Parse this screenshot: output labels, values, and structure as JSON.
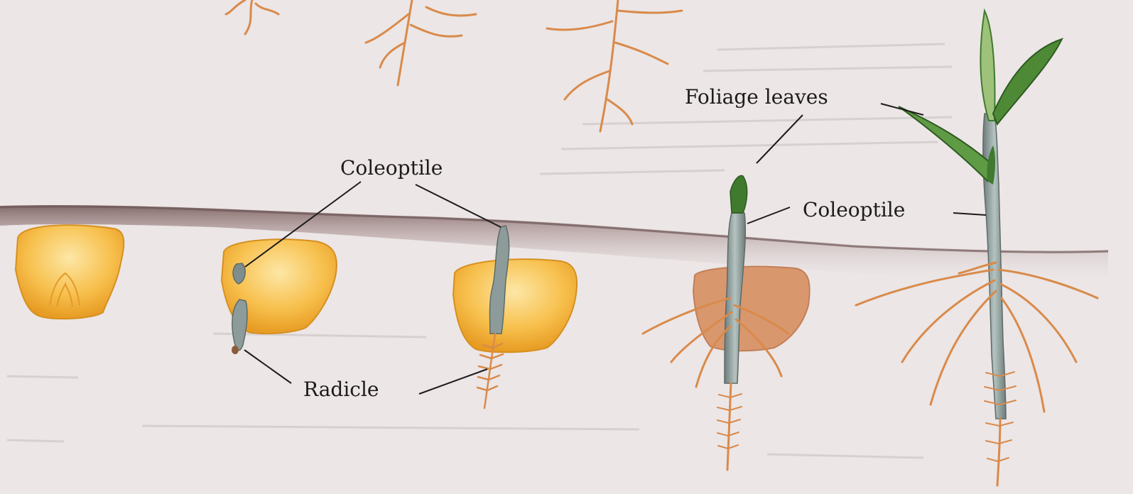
{
  "labels": {
    "foliage_leaves": "Foliage leaves",
    "coleoptile_left": "Coleoptile",
    "coleoptile_right": "Coleoptile",
    "radicle": "Radicle"
  },
  "colors": {
    "page": "#ece6e6",
    "soil": "#8a7070",
    "kernel": "#f4b43a",
    "kernel_light": "#fbdc8a",
    "root": "#d98a4a",
    "coleoptile": "#8a9a98",
    "leaf": "#3f7a2e",
    "leaf_light": "#9ec27a",
    "line": "#1d1b1b"
  }
}
